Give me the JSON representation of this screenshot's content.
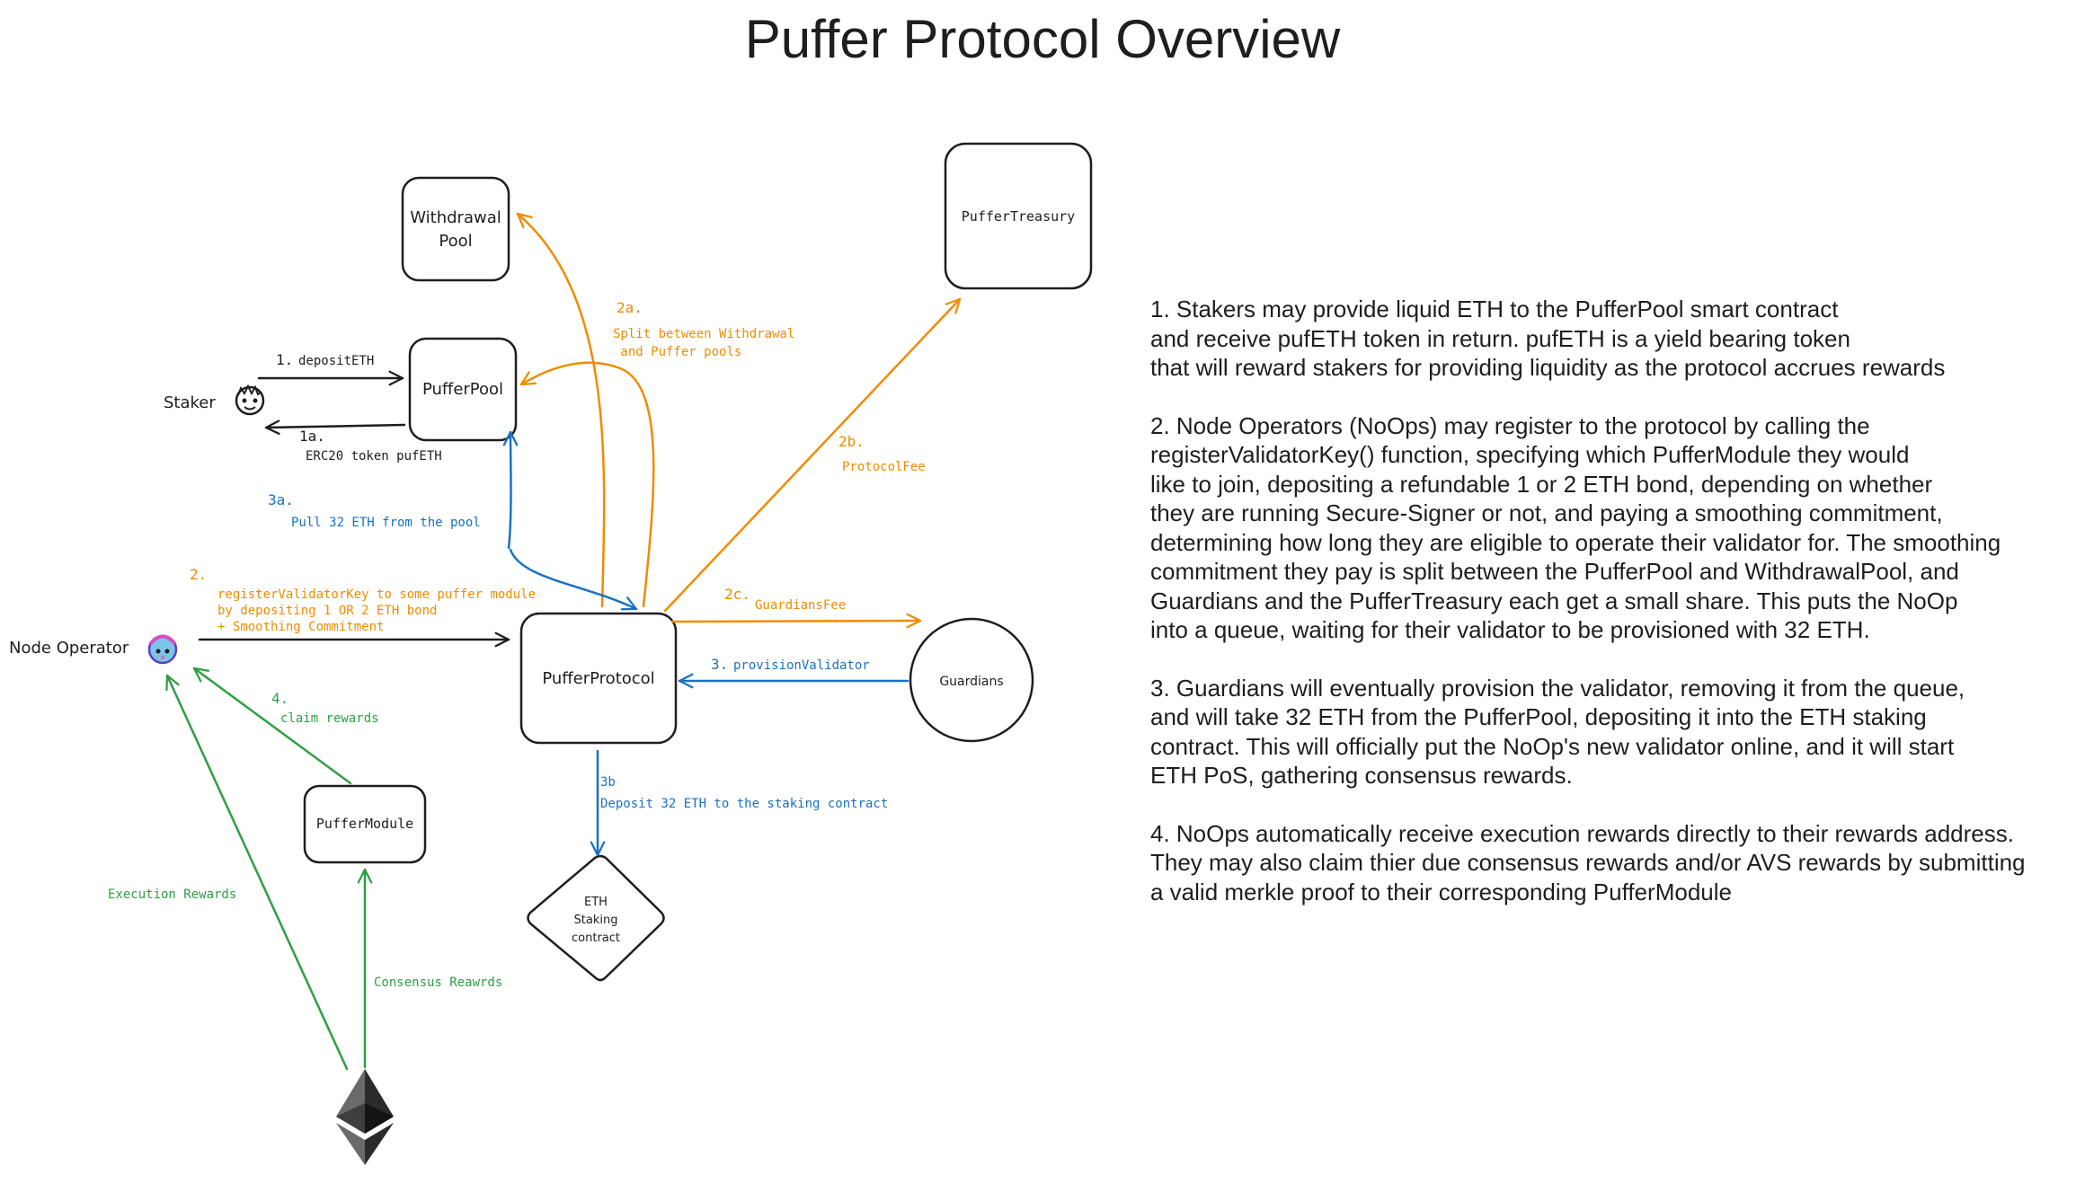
{
  "title": "Puffer Protocol Overview",
  "colors": {
    "ink": "#1e1e1e",
    "orange": "#f08c00",
    "blue": "#1971c2",
    "green": "#2f9e44",
    "background": "#ffffff"
  },
  "nodes": {
    "withdrawal_pool": {
      "line1": "Withdrawal",
      "line2": "Pool"
    },
    "puffer_pool": "PufferPool",
    "puffer_treasury": "PufferTreasury",
    "puffer_protocol": "PufferProtocol",
    "guardians": "Guardians",
    "puffer_module": "PufferModule",
    "eth_staking": {
      "line1": "ETH",
      "line2": "Staking",
      "line3": "contract"
    },
    "staker": "Staker",
    "node_operator": "Node Operator",
    "ethereum_icon": "ethereum-logo-icon",
    "staker_icon": "puffer-face-icon",
    "operator_icon": "puffer-mascot-icon"
  },
  "edges": {
    "e1": {
      "num": "1.",
      "label": "depositETH"
    },
    "e1a": {
      "num": "1a.",
      "label": "ERC20 token pufETH"
    },
    "e2": {
      "num": "2.",
      "line1": "registerValidatorKey to some puffer module",
      "line2": "by depositing 1 OR 2 ETH bond",
      "line3": "+ Smoothing Commitment"
    },
    "e2a": {
      "num": "2a.",
      "line1": "Split between Withdrawal",
      "line2": " and Puffer pools"
    },
    "e2b": {
      "num": "2b.",
      "label": "ProtocolFee"
    },
    "e2c": {
      "num": "2c.",
      "label": "GuardiansFee"
    },
    "e3": {
      "num": "3.",
      "label": "provisionValidator"
    },
    "e3a": {
      "num": "3a.",
      "label": "Pull 32 ETH from the pool"
    },
    "e3b": {
      "num": "3b",
      "label": "Deposit 32 ETH to the staking contract"
    },
    "e4": {
      "num": "4.",
      "label": "claim rewards"
    },
    "execution": "Execution Rewards",
    "consensus": "Consensus Reawrds"
  },
  "explanation": [
    "1. Stakers may provide liquid ETH to the PufferPool smart contract\nand receive pufETH token in return. pufETH is a yield bearing token\nthat will reward stakers for providing liquidity as the protocol accrues rewards",
    "2. Node Operators (NoOps) may register to the protocol by calling the\nregisterValidatorKey() function, specifying which PufferModule they would\nlike to join, depositing a refundable 1 or 2 ETH bond, depending on whether\nthey are running Secure-Signer or not, and paying a smoothing commitment,\ndetermining how long they are eligible to operate their validator for. The smoothing\ncommitment they pay is split between the PufferPool and WithdrawalPool, and\nGuardians and the PufferTreasury each get a small share. This puts the NoOp\ninto a queue, waiting for their validator to be provisioned with 32 ETH.",
    "3. Guardians will eventually provision the validator, removing it from the queue,\nand will take 32 ETH from the PufferPool, depositing it into the ETH staking\ncontract. This will officially put the NoOp's new validator online, and it will start\nETH PoS, gathering consensus rewards.",
    "4. NoOps automatically receive execution rewards directly to their rewards address.\nThey may also claim thier due consensus rewards and/or AVS rewards by submitting\na valid merkle proof to their corresponding PufferModule"
  ]
}
